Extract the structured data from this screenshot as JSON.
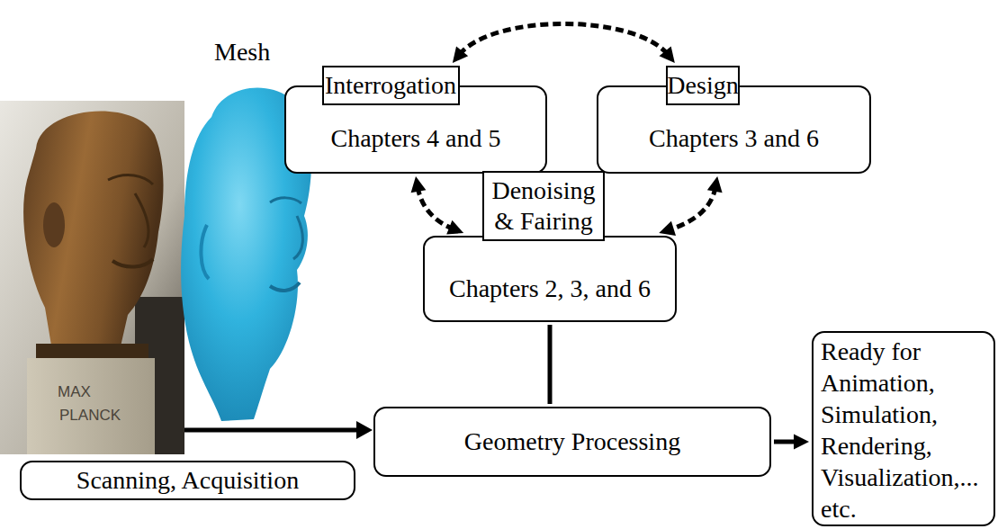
{
  "diagram": {
    "nodes": [
      {
        "text": [
          "Interrogation",
          "Chapters 4 and 5"
        ]
      },
      {
        "text": [
          "Design",
          "Chapters 3 and 6"
        ]
      },
      {
        "text": [
          "Denoising & Fairing",
          "Chapters 2, 3, and 6"
        ]
      },
      {
        "text": [
          "Geometry Processing"
        ]
      },
      {
        "text": [
          "Ready for Animation, Simulation, Rendering, Visualization,... etc."
        ]
      },
      {
        "text": [
          "Scanning, Acquisition"
        ]
      }
    ],
    "edges": [
      {
        "from": 0,
        "to": 1,
        "arrow": "both"
      },
      {
        "from": 0,
        "to": 2,
        "arrow": "both"
      },
      {
        "from": 1,
        "to": 2,
        "arrow": "both"
      },
      {
        "from": 2,
        "to": 3,
        "arrow": "none"
      },
      {
        "from": 3,
        "to": 4,
        "arrow": "to"
      }
    ],
    "labels": [
      "Mesh",
      "MAX",
      "PLANCK"
    ]
  }
}
